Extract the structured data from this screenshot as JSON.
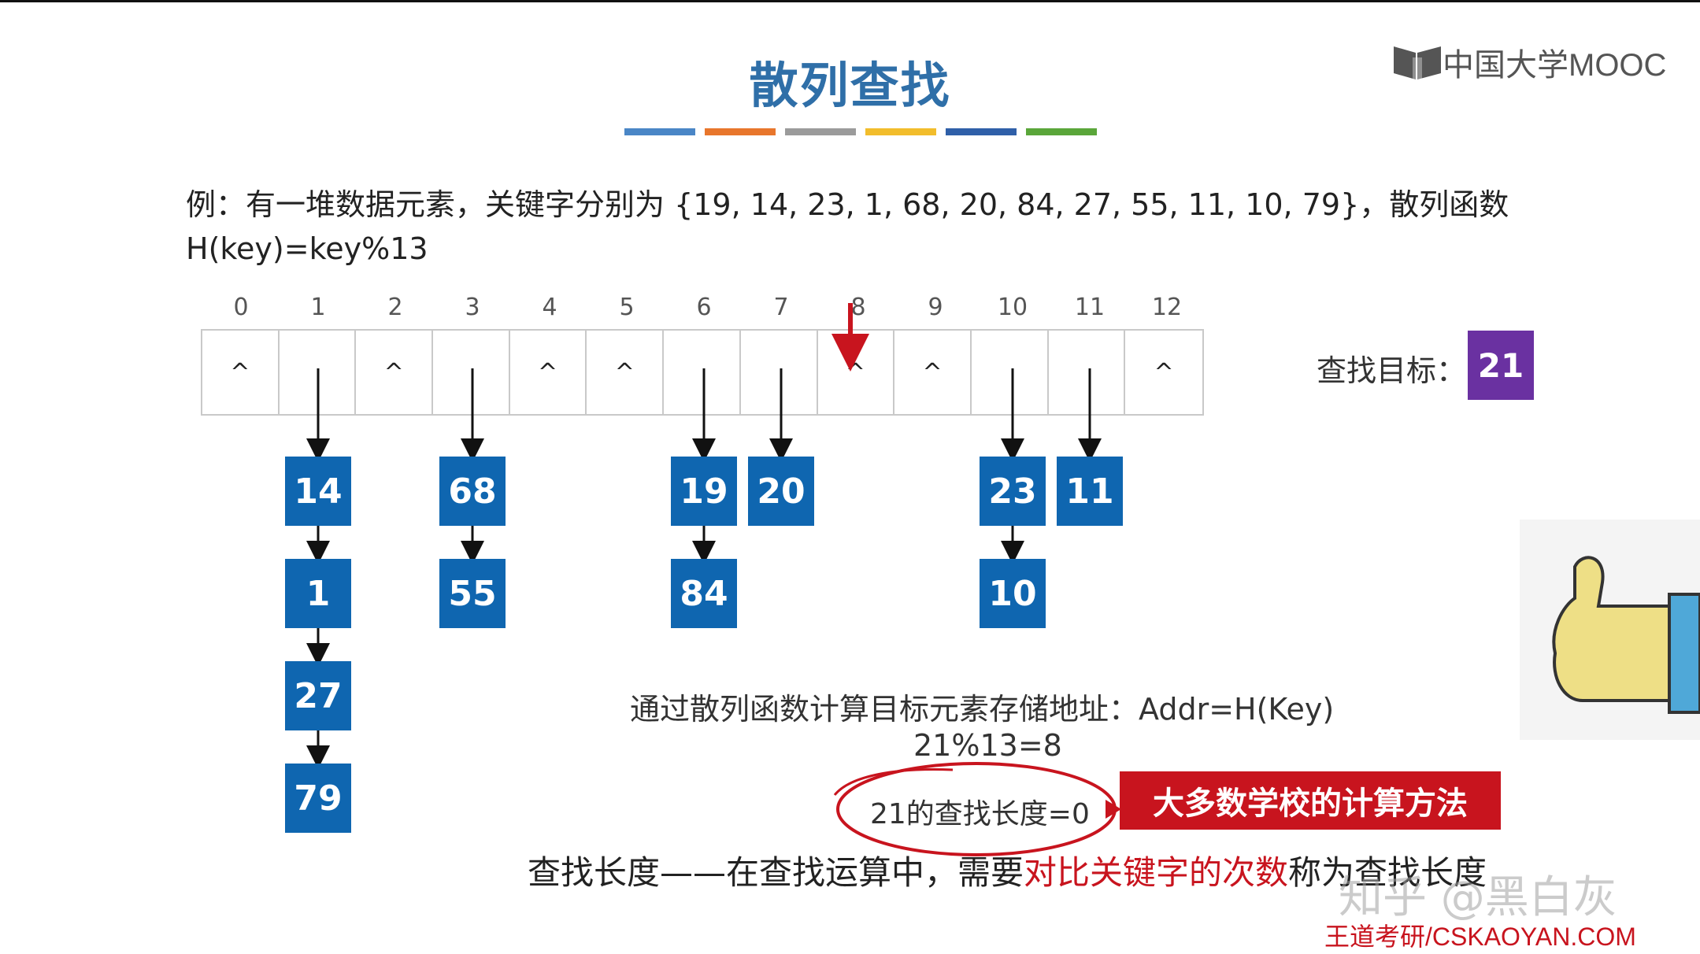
{
  "title": "散列查找",
  "logo": {
    "text": "中国大学MOOC"
  },
  "accent_colors": [
    "#4a86c6",
    "#e8762c",
    "#9b9b9b",
    "#f2bd2c",
    "#2f5fa8",
    "#5aa63a"
  ],
  "example": {
    "line1": "例：有一堆数据元素，关键字分别为 {19, 14, 23, 1, 68, 20, 84, 27, 55, 11, 10, 79}，散列函数",
    "line2": "H(key)=key%13"
  },
  "hash_table": {
    "indices": [
      "0",
      "1",
      "2",
      "3",
      "4",
      "5",
      "6",
      "7",
      "8",
      "9",
      "10",
      "11",
      "12"
    ],
    "cells": [
      "^",
      "",
      "^",
      "",
      "^",
      "^",
      "",
      "",
      "^",
      "^",
      "",
      "",
      "^"
    ]
  },
  "chains": [
    {
      "slot": 1,
      "nodes": [
        "14",
        "1",
        "27",
        "79"
      ]
    },
    {
      "slot": 3,
      "nodes": [
        "68",
        "55"
      ]
    },
    {
      "slot": 6,
      "nodes": [
        "19",
        "84"
      ]
    },
    {
      "slot": 7,
      "nodes": [
        "20"
      ]
    },
    {
      "slot": 10,
      "nodes": [
        "23",
        "10"
      ]
    },
    {
      "slot": 11,
      "nodes": [
        "11"
      ]
    }
  ],
  "pointer_slot": 8,
  "target": {
    "label": "查找目标：",
    "value": "21"
  },
  "explanation": {
    "addr": "通过散列函数计算目标元素存储地址：Addr=H(Key)",
    "calc": "21%13=8",
    "length": "21的查找长度=0",
    "callout": "大多数学校的计算方法"
  },
  "definition": {
    "prefix": "查找长度——在查找运算中，需要",
    "highlight": "对比关键字的次数",
    "suffix": "称为查找长度"
  },
  "watermark": "知乎 @黑白灰",
  "footer": "王道考研/CSKAOYAN.COM",
  "colors": {
    "node": "#0f66b0",
    "target": "#6a31a1",
    "red": "#c8141e",
    "title": "#2f6fa8"
  }
}
